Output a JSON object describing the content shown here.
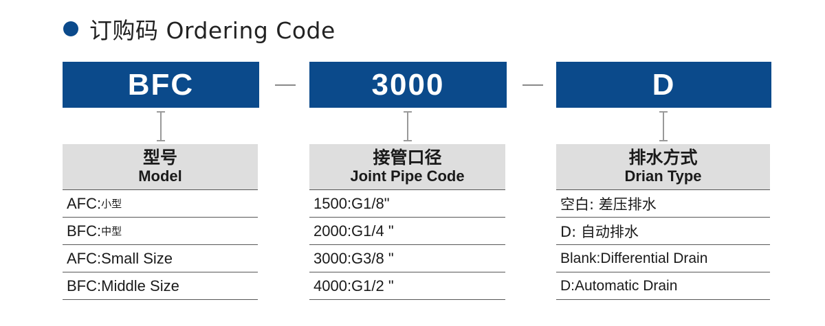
{
  "section_title": "订购码 Ordering Code",
  "code": {
    "segments": [
      "BFC",
      "3000",
      "D"
    ]
  },
  "columns": [
    {
      "header_zh": "型号",
      "header_en": "Model",
      "rows": [
        {
          "main": "AFC:",
          "small": "小型"
        },
        {
          "main": "BFC:",
          "small": "中型"
        },
        {
          "main": "AFC:Small Size",
          "small": ""
        },
        {
          "main": "BFC:Middle Size",
          "small": ""
        }
      ]
    },
    {
      "header_zh": "接管口径",
      "header_en": "Joint Pipe Code",
      "rows": [
        {
          "main": "1500:G1/8\"",
          "small": ""
        },
        {
          "main": "2000:G1/4 \"",
          "small": ""
        },
        {
          "main": "3000:G3/8 \"",
          "small": ""
        },
        {
          "main": "4000:G1/2 \"",
          "small": ""
        }
      ]
    },
    {
      "header_zh": "排水方式",
      "header_en": "Drian Type",
      "rows": [
        {
          "main": "空白: 差压排水",
          "small": ""
        },
        {
          "main": "D: 自动排水",
          "small": ""
        },
        {
          "main": "Blank:Differential Drain",
          "small": ""
        },
        {
          "main": "D:Automatic Drain",
          "small": ""
        }
      ]
    }
  ],
  "colors": {
    "accent": "#0b4a8b",
    "header_bg": "#dedede"
  },
  "icons": {
    "bullet": "filled-circle-icon"
  }
}
